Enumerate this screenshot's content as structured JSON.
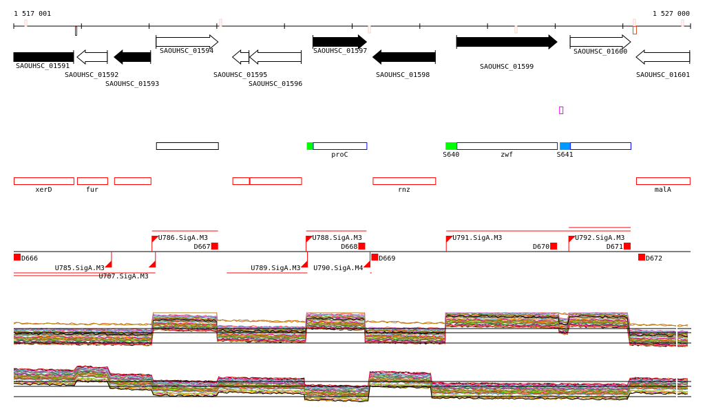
{
  "view": {
    "start": 1517001,
    "end": 1527000,
    "start_label": "1 517 001",
    "end_label": "1 527 000"
  },
  "colors": {
    "gene_fill_black": "#000000",
    "annot_blue": "#0000ff",
    "annot_red": "#ff0000",
    "green": "#00ff00",
    "sky": "#0099ff",
    "magenta": "#ff00ff",
    "marker_pink": "#f8d0c0",
    "marker_dark": "#b00000"
  },
  "genes": [
    {
      "label": "SAOUHSC_01591",
      "start": 1517001,
      "end": 1517885,
      "strand": "-",
      "filled": true
    },
    {
      "label": "SAOUHSC_01592",
      "start": 1517936,
      "end": 1518383,
      "strand": "-",
      "filled": false
    },
    {
      "label": "SAOUHSC_01593",
      "start": 1518484,
      "end": 1519023,
      "strand": "-",
      "filled": true
    },
    {
      "label": "SAOUHSC_01594",
      "start": 1519104,
      "end": 1520019,
      "strand": "+",
      "filled": false
    },
    {
      "label": "SAOUHSC_01595",
      "start": 1520232,
      "end": 1520476,
      "strand": "-",
      "filled": false
    },
    {
      "label": "SAOUHSC_01596",
      "start": 1520486,
      "end": 1521248,
      "strand": "-",
      "filled": false
    },
    {
      "label": "SAOUHSC_01597",
      "start": 1521421,
      "end": 1522213,
      "strand": "+",
      "filled": true
    },
    {
      "label": "SAOUHSC_01598",
      "start": 1522305,
      "end": 1523229,
      "strand": "-",
      "filled": true
    },
    {
      "label": "SAOUHSC_01599",
      "start": 1523544,
      "end": 1525028,
      "strand": "+",
      "filled": true
    },
    {
      "label": "SAOUHSC_01600",
      "start": 1525221,
      "end": 1526115,
      "strand": "+",
      "filled": false
    },
    {
      "label": "SAOUHSC_01601",
      "start": 1526196,
      "end": 1526988,
      "strand": "-",
      "filled": false
    }
  ],
  "annotations_blue": [
    {
      "label": "",
      "start": 1519104,
      "end": 1520019,
      "color": "#000000"
    },
    {
      "label": "proC",
      "start": 1521421,
      "end": 1522213,
      "color": "#0000ff"
    },
    {
      "label": "zwf",
      "start": 1523544,
      "end": 1525028,
      "color": "#0000ff"
    },
    {
      "label": "",
      "start": 1525221,
      "end": 1526115,
      "color": "#0000ff"
    }
  ],
  "sites": [
    {
      "label": "",
      "start": 1521330,
      "end": 1521421,
      "color": "#00ff00"
    },
    {
      "label": "S640",
      "start": 1523381,
      "end": 1523544,
      "color": "#00ff00"
    },
    {
      "label": "S641",
      "start": 1525069,
      "end": 1525221,
      "color": "#0099ff"
    }
  ],
  "magenta_feature": {
    "start": 1525059,
    "end": 1525110
  },
  "annotations_red": [
    {
      "label": "xerD",
      "start": 1517001,
      "end": 1517885
    },
    {
      "label": "fur",
      "start": 1517936,
      "end": 1518383
    },
    {
      "label": "",
      "start": 1518484,
      "end": 1519023
    },
    {
      "label": "",
      "start": 1520232,
      "end": 1520476
    },
    {
      "label": "",
      "start": 1520486,
      "end": 1521248
    },
    {
      "label": "rnz",
      "start": 1522305,
      "end": 1523229
    },
    {
      "label": "malA",
      "start": 1526196,
      "end": 1526988
    }
  ],
  "promoters": [
    {
      "label": "U785.SigA.M3",
      "pos": 1518445,
      "strand": "-",
      "extent_end": 1517001
    },
    {
      "label": "U787.SigA.M3",
      "pos": 1519094,
      "strand": "-",
      "extent_end": 1517001
    },
    {
      "label": "U786.SigA.M3",
      "pos": 1519043,
      "strand": "+",
      "extent_end": 1520019
    },
    {
      "label": "U788.SigA.M3",
      "pos": 1521320,
      "strand": "+",
      "extent_end": 1522213
    },
    {
      "label": "U789.SigA.M3",
      "pos": 1521340,
      "strand": "-",
      "extent_end": 1520147
    },
    {
      "label": "U790.SigA.M4",
      "pos": 1522265,
      "strand": "-",
      "extent_end": 1522290
    },
    {
      "label": "U791.SigA.M3",
      "pos": 1523391,
      "strand": "+",
      "extent_end": 1526115
    },
    {
      "label": "U792.SigA.M3",
      "pos": 1525201,
      "strand": "+",
      "extent_end": 1526115
    }
  ],
  "terminators": [
    {
      "label": "D666",
      "pos": 1517001,
      "strand": "-"
    },
    {
      "label": "D667",
      "pos": 1520019,
      "strand": "+"
    },
    {
      "label": "D668",
      "pos": 1522193,
      "strand": "+"
    },
    {
      "label": "D669",
      "pos": 1522284,
      "strand": "-"
    },
    {
      "label": "D670",
      "pos": 1525028,
      "strand": "+"
    },
    {
      "label": "D671",
      "pos": 1526115,
      "strand": "+"
    },
    {
      "label": "D672",
      "pos": 1526227,
      "strand": "-"
    }
  ],
  "expression": [
    {
      "name": "forward-strand",
      "segments": [
        {
          "start": 1517001,
          "end": 1519063,
          "level": 0.25
        },
        {
          "start": 1519063,
          "end": 1520009,
          "level": 0.75
        },
        {
          "start": 1520009,
          "end": 1521330,
          "level": 0.35
        },
        {
          "start": 1521330,
          "end": 1522193,
          "level": 0.8
        },
        {
          "start": 1522193,
          "end": 1523381,
          "level": 0.3
        },
        {
          "start": 1523381,
          "end": 1525059,
          "level": 0.88
        },
        {
          "start": 1525059,
          "end": 1525211,
          "level": 0.62
        },
        {
          "start": 1525211,
          "end": 1526105,
          "level": 0.88
        },
        {
          "start": 1526105,
          "end": 1527000,
          "level": 0.2
        }
      ]
    },
    {
      "name": "reverse-strand",
      "segments": [
        {
          "start": 1517001,
          "end": 1517936,
          "level": 0.72
        },
        {
          "start": 1517936,
          "end": 1518424,
          "level": 0.82
        },
        {
          "start": 1518424,
          "end": 1519063,
          "level": 0.55
        },
        {
          "start": 1519063,
          "end": 1520029,
          "level": 0.32
        },
        {
          "start": 1520029,
          "end": 1521300,
          "level": 0.42
        },
        {
          "start": 1521300,
          "end": 1522264,
          "level": 0.15
        },
        {
          "start": 1522264,
          "end": 1523178,
          "level": 0.62
        },
        {
          "start": 1523178,
          "end": 1526105,
          "level": 0.22
        },
        {
          "start": 1526105,
          "end": 1527000,
          "level": 0.4
        }
      ]
    }
  ]
}
